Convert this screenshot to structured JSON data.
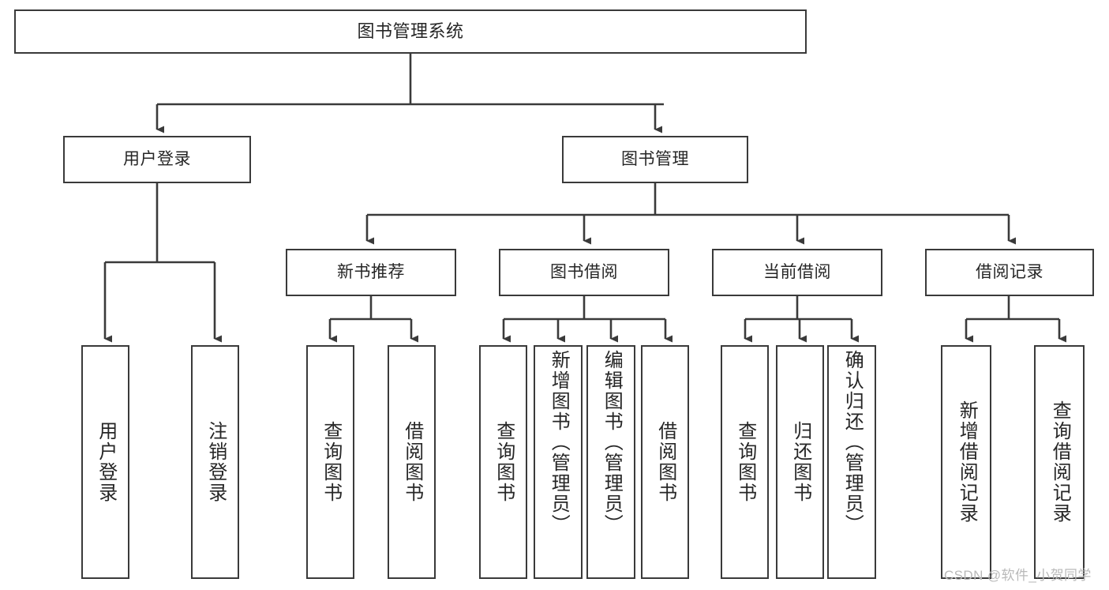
{
  "diagram": {
    "title": "图书管理系统",
    "type": "tree-structure-chart",
    "watermark": "CSDN @软件_小贺同学",
    "colors": {
      "background": "#ffffff",
      "node_border": "#3a3a3a",
      "node_fill": "#ffffff",
      "connector": "#3a3a3a",
      "text": "#262626",
      "watermark": "#b9b9b9"
    },
    "nodes": {
      "root": {
        "label": "图书管理系统"
      },
      "level1": [
        {
          "label": "用户登录"
        },
        {
          "label": "图书管理"
        }
      ],
      "level2": [
        {
          "label": "新书推荐"
        },
        {
          "label": "图书借阅"
        },
        {
          "label": "当前借阅"
        },
        {
          "label": "借阅记录"
        }
      ],
      "leaves": {
        "user_login": [
          {
            "label": "用户登录"
          },
          {
            "label": "注销登录"
          }
        ],
        "new_book_recommend": [
          {
            "label": "查询图书"
          },
          {
            "label": "借阅图书"
          }
        ],
        "book_borrow": [
          {
            "label": "查询图书"
          },
          {
            "label": "新增图书（管理员）"
          },
          {
            "label": "编辑图书（管理员）"
          },
          {
            "label": "借阅图书"
          }
        ],
        "current_borrow": [
          {
            "label": "查询图书"
          },
          {
            "label": "归还图书"
          },
          {
            "label": "确认归还（管理员）"
          }
        ],
        "borrow_record": [
          {
            "label": "新增借阅记录"
          },
          {
            "label": "查询借阅记录"
          }
        ]
      }
    }
  }
}
